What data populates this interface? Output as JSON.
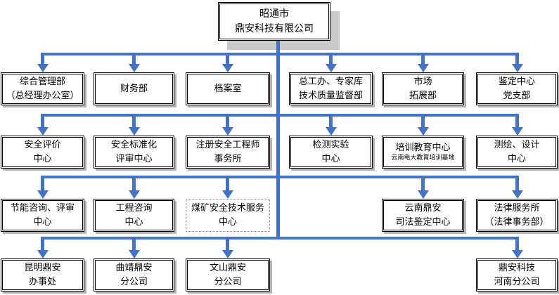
{
  "colors": {
    "connector": "#4472C4",
    "border": "#000000",
    "shadow_small": "#B5B5B5",
    "shadow_root": "#C9C9C9",
    "background": "#FFFFFF"
  },
  "nodes": {
    "root": {
      "l1": "昭通市",
      "l2": "鼎安科技有限公司"
    },
    "r1c1": {
      "l1": "综合管理部",
      "l2": "（总经理办公室）"
    },
    "r1c2": {
      "l1": "财务部"
    },
    "r1c3": {
      "l1": "档案室"
    },
    "r1c4": {
      "l1": "总工办、专家库",
      "l2": "技术质量监督部"
    },
    "r1c5": {
      "l1": "市场",
      "l2": "拓展部"
    },
    "r1c6": {
      "l1": "鉴定中心",
      "l2": "党支部"
    },
    "r2c1": {
      "l1": "安全评价",
      "l2": "中心"
    },
    "r2c2": {
      "l1": "安全标准化",
      "l2": "评审中心"
    },
    "r2c3": {
      "l1": "注册安全工程师",
      "l2": "事务所"
    },
    "r2c4": {
      "l1": "检测实验",
      "l2": "中心"
    },
    "r2c5": {
      "l1": "培训教育中心",
      "l2": "云南电大教育培训基地"
    },
    "r2c6": {
      "l1": "测绘、设计",
      "l2": "中心"
    },
    "r3c1": {
      "l1": "节能咨询、评审",
      "l2": "中心"
    },
    "r3c2": {
      "l1": "工程咨询",
      "l2": "中心"
    },
    "r3c3": {
      "l1": "煤矿安全技术服务",
      "l2": "中心"
    },
    "r3c5": {
      "l1": "云南鼎安",
      "l2": "司法鉴定中心"
    },
    "r3c6": {
      "l1": "法律服务所",
      "l2": "（法律事务部）"
    },
    "r4c1": {
      "l1": "昆明鼎安",
      "l2": "办事处"
    },
    "r4c2": {
      "l1": "曲靖鼎安",
      "l2": "分公司"
    },
    "r4c3": {
      "l1": "文山鼎安",
      "l2": "分公司"
    },
    "r4c6": {
      "l1": "鼎安科技",
      "l2": "河南分公司"
    }
  }
}
